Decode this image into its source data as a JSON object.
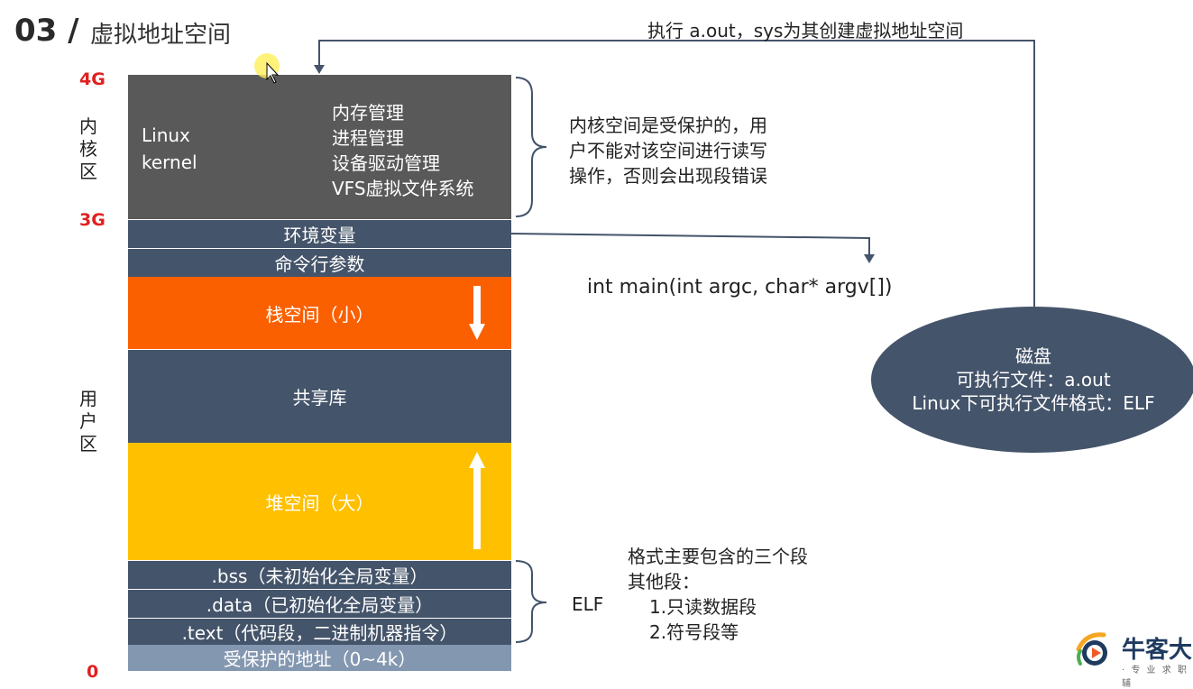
{
  "header": {
    "number": "03 /",
    "title": "虚拟地址空间"
  },
  "addresses": {
    "a4g": "4G",
    "a3g": "3G",
    "a0": "0"
  },
  "side_labels": {
    "kernel": [
      "内",
      "核",
      "区"
    ],
    "user": [
      "用",
      "户",
      "区"
    ]
  },
  "kernel_block": {
    "left_lines": [
      "Linux",
      "kernel"
    ],
    "right_lines": [
      "内存管理",
      "进程管理",
      "设备驱动管理",
      "VFS虚拟文件系统"
    ]
  },
  "segments": {
    "env": "环境变量",
    "args": "命令行参数",
    "stack": "栈空间（小）",
    "shared": "共享库",
    "heap": "堆空间（大）",
    "bss": ".bss（未初始化全局变量）",
    "data": ".data（已初始化全局变量）",
    "text": ".text（代码段，二进制机器指令）",
    "protected": "受保护的地址（0~4k）"
  },
  "notes": {
    "kernel_note": [
      "内核空间是受保护的，用",
      "户不能对该空间进行读写",
      "操作，否则会出现段错误"
    ],
    "main_signature": "int main(int argc, char* argv[])",
    "top_label": "执行 a.out，sys为其创建虚拟地址空间",
    "elf_label": "ELF",
    "elf_note": [
      "格式主要包含的三个段",
      "其他段：",
      "1.只读数据段",
      "2.符号段等"
    ]
  },
  "disk": {
    "lines": [
      "磁盘",
      "可执行文件：a.out",
      "Linux下可执行文件格式：ELF"
    ]
  },
  "logo": {
    "text": "牛客大",
    "sub": "· 专 业 求 职 辅"
  },
  "colors": {
    "kernel": "#595959",
    "dark": "#44546a",
    "stack": "#fa6000",
    "heap": "#ffc000",
    "protected": "#8497b0",
    "address": "#e02020"
  }
}
